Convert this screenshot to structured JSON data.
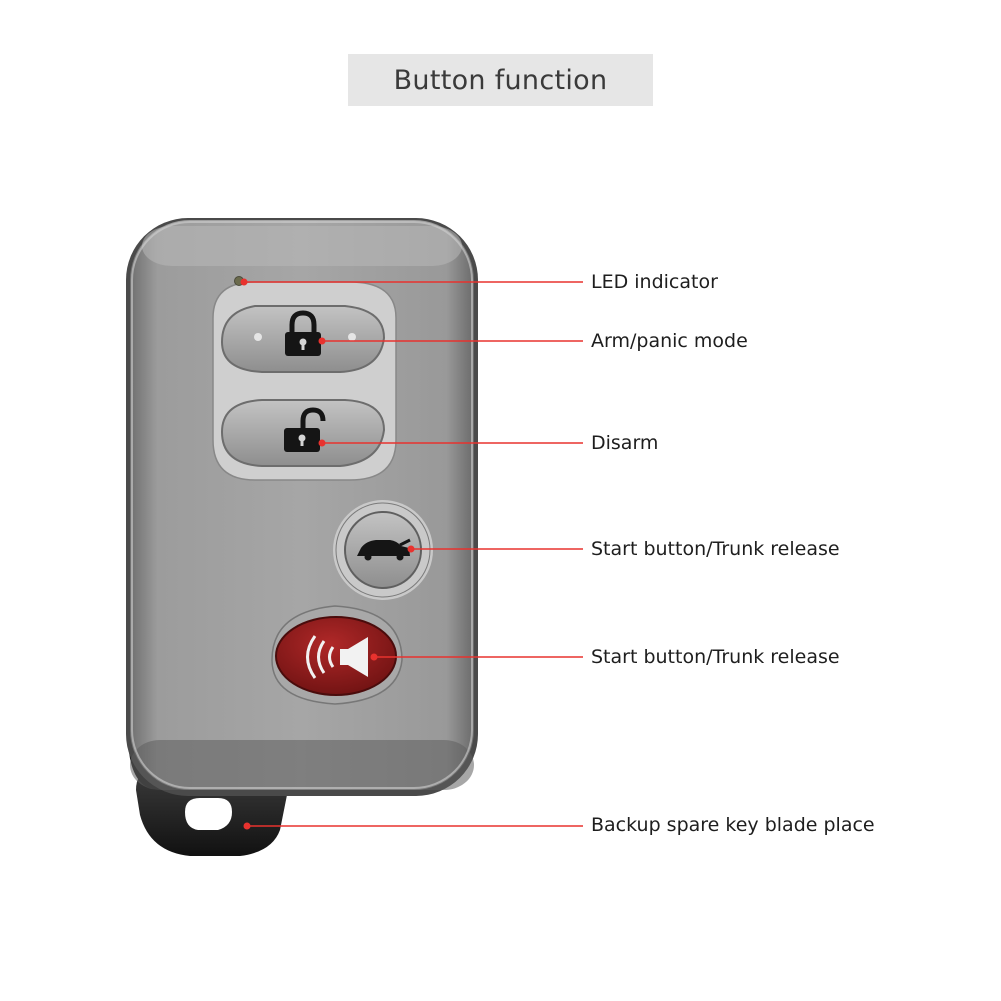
{
  "header": {
    "title": "Button function"
  },
  "callouts": [
    {
      "label": "LED indicator",
      "target": "led-indicator"
    },
    {
      "label": "Arm/panic mode",
      "target": "lock-button"
    },
    {
      "label": "Disarm",
      "target": "unlock-button"
    },
    {
      "label": "Start button/Trunk release",
      "target": "trunk-button"
    },
    {
      "label": "Start button/Trunk release",
      "target": "panic-button"
    },
    {
      "label": "Backup spare key blade place",
      "target": "key-ring-loop"
    }
  ],
  "colors": {
    "callout_line": "#e8322e",
    "title_background": "#e6e6e6",
    "fob_body": "#9a9a9a",
    "panic_button": "#8c1a1a",
    "text": "#1e1e1e"
  },
  "icons": {
    "lock_button": "locked-padlock-icon",
    "unlock_button": "unlocked-padlock-icon",
    "trunk_button": "car-trunk-icon",
    "panic_button": "alarm-speaker-icon"
  }
}
